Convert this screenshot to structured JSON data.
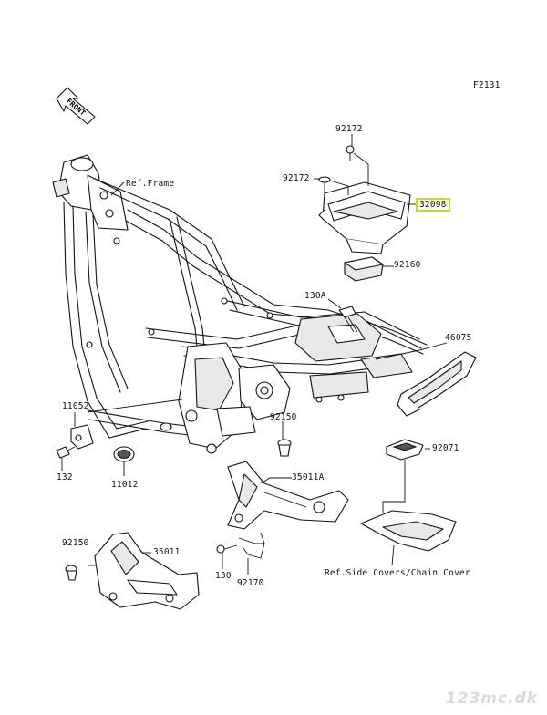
{
  "figure_id": "F2131",
  "front_arrow_label": "FRONT",
  "watermark": "123mc.dk",
  "highlight_color": "#c8e000",
  "labels": {
    "ref_frame": "Ref.Frame",
    "p92172_top": "92172",
    "p92172_left": "92172",
    "p32098": "32098",
    "p92160": "92160",
    "p130A": "130A",
    "p46075": "46075",
    "p11052": "11052",
    "p132": "132",
    "p11012": "11012",
    "p92150_mid": "92150",
    "p35011A": "35011A",
    "p92071": "92071",
    "p92150_left": "92150",
    "p35011": "35011",
    "p130": "130",
    "p92170": "92170",
    "ref_side_covers": "Ref.Side Covers/Chain Cover"
  }
}
